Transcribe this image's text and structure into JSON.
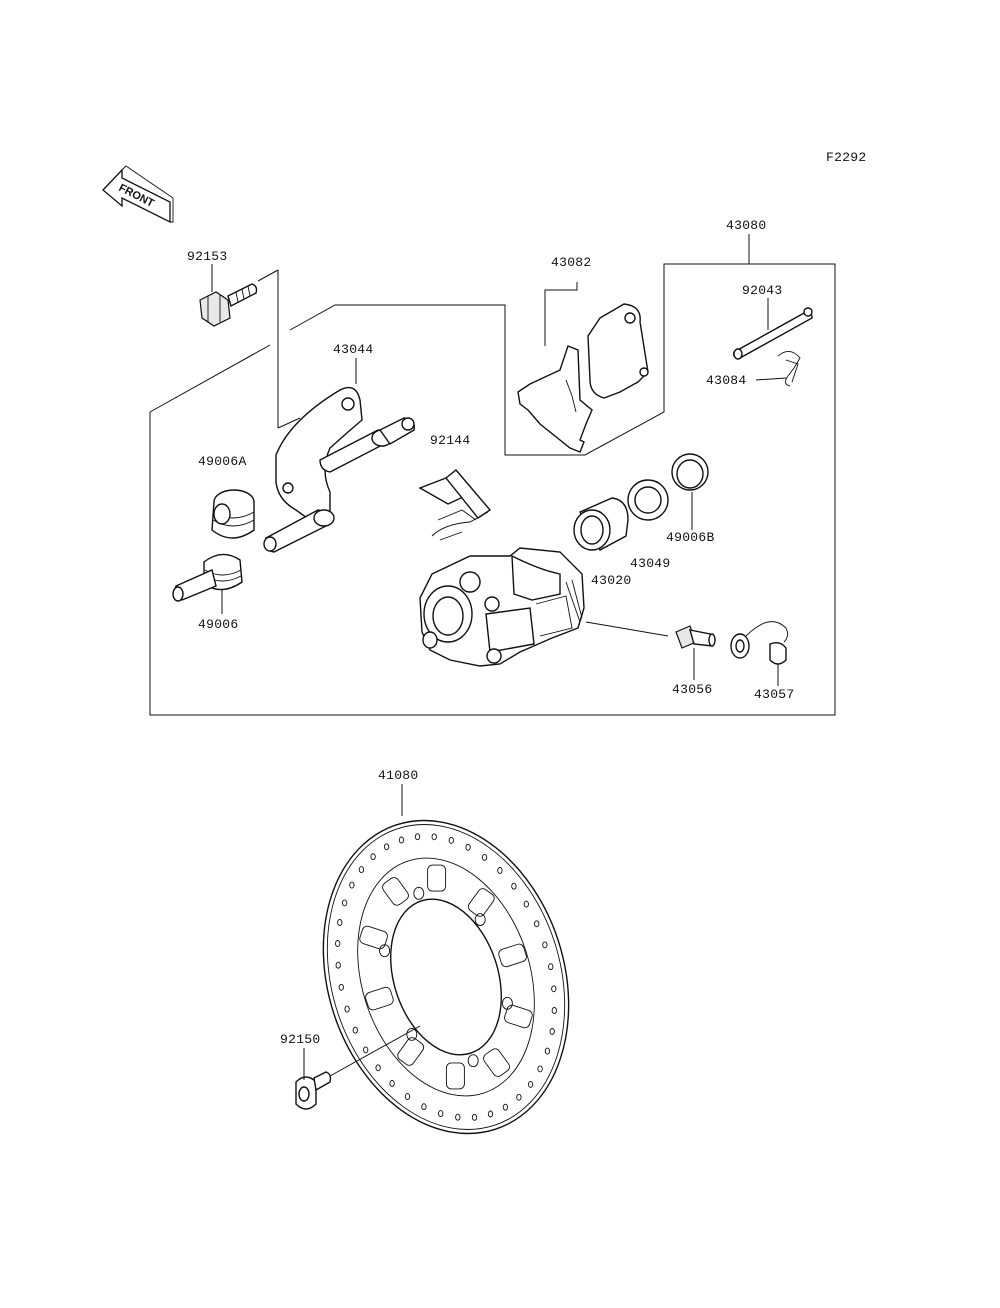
{
  "figure_code": "F2292",
  "front_arrow_text": "FRONT",
  "labels": {
    "p92153": "92153",
    "p43044": "43044",
    "p49006A": "49006A",
    "p49006": "49006",
    "p92144": "92144",
    "p43082": "43082",
    "p43080": "43080",
    "p92043": "92043",
    "p43084": "43084",
    "p49006B": "49006B",
    "p43049": "43049",
    "p43020": "43020",
    "p43056": "43056",
    "p43057": "43057",
    "p41080": "41080",
    "p92150": "92150"
  }
}
